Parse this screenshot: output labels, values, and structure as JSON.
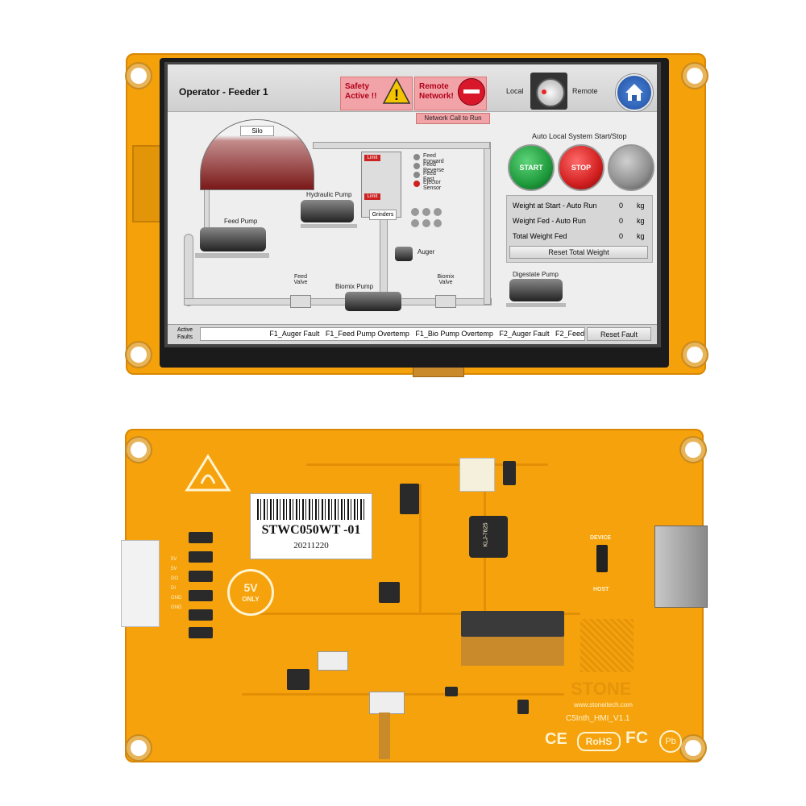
{
  "hmi": {
    "title": "Operator - Feeder 1",
    "alarm_safety": "Safety Active !!",
    "alarm_network": "Remote Network!",
    "network_call": "Network Call to Run",
    "mode_local": "Local",
    "mode_remote": "Remote",
    "silo": "Silo",
    "hydraulic_pump": "Hydraulic Pump",
    "feed_pump": "Feed Pump",
    "grinders": "Grinders",
    "limit_top": "Limit",
    "limit_bottom": "Limit",
    "auger": "Auger",
    "feed_valve": "Feed Valve",
    "biomix_pump": "Biomix Pump",
    "biomix_valve": "Biomix Valve",
    "digestate_pump": "Digestate Pump",
    "legend": [
      "Feed Forward",
      "Feed Reverse",
      "Feed Fast",
      "Ejector Sensor"
    ],
    "auto_title": "Auto Local System Start/Stop",
    "start_label": "START",
    "stop_label": "STOP",
    "weights": [
      {
        "label": "Weight at Start - Auto Run",
        "value": "0",
        "unit": "kg"
      },
      {
        "label": "Weight Fed - Auto Run",
        "value": "0",
        "unit": "kg"
      },
      {
        "label": "Total Weight Fed",
        "value": "0",
        "unit": "kg"
      }
    ],
    "reset_total": "Reset Total Weight",
    "active_faults_label": "Active Faults",
    "faults_text": "F1_Auger Fault   F1_Feed Pump Overtemp   F1_Bio Pump Overtemp   F2_Auger Fault   F2_Feed",
    "reset_fault": "Reset Fault"
  },
  "board": {
    "model": "STWC050WT -01",
    "date": "20211220",
    "brand": "STONE",
    "website": "www.stoneitech.com",
    "version": "C5Inth_HMI_V1.1",
    "power_badge_top": "5V",
    "power_badge_bottom": "ONLY",
    "device": "DEVICE",
    "host": "HOST",
    "pins": [
      "5V",
      "5V",
      "DO",
      "DI",
      "GND",
      "GND"
    ],
    "inductor": "KLJ-7625",
    "cert_ce": "CE",
    "cert_rohs": "RoHS",
    "cert_fc": "FC",
    "cert_pb": "Pb"
  },
  "colors": {
    "pcb": "#f5a20c",
    "start": "#1e9a3c",
    "stop": "#d21f1f",
    "alarm": "#f2a3a7"
  }
}
